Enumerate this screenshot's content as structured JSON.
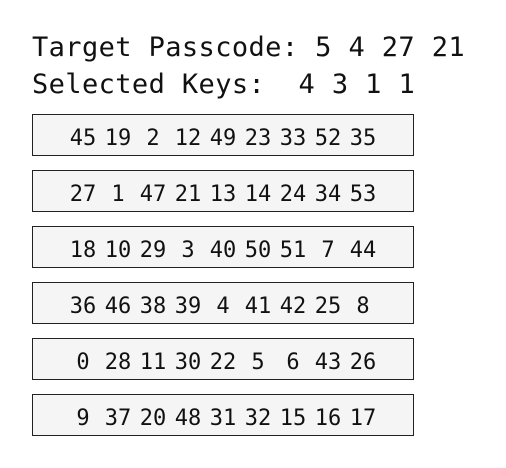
{
  "target": {
    "label": "Target Passcode:",
    "values": [
      "5",
      "4",
      "27",
      "21"
    ]
  },
  "selected": {
    "label": "Selected Keys:",
    "values": [
      "4",
      "3",
      "1",
      "1"
    ]
  },
  "rows": [
    [
      "45",
      "19",
      "2",
      "12",
      "49",
      "23",
      "33",
      "52",
      "35"
    ],
    [
      "27",
      "1",
      "47",
      "21",
      "13",
      "14",
      "24",
      "34",
      "53"
    ],
    [
      "18",
      "10",
      "29",
      "3",
      "40",
      "50",
      "51",
      "7",
      "44"
    ],
    [
      "36",
      "46",
      "38",
      "39",
      "4",
      "41",
      "42",
      "25",
      "8"
    ],
    [
      "0",
      "28",
      "11",
      "30",
      "22",
      "5",
      "6",
      "43",
      "26"
    ],
    [
      "9",
      "37",
      "20",
      "48",
      "31",
      "32",
      "15",
      "16",
      "17"
    ]
  ]
}
